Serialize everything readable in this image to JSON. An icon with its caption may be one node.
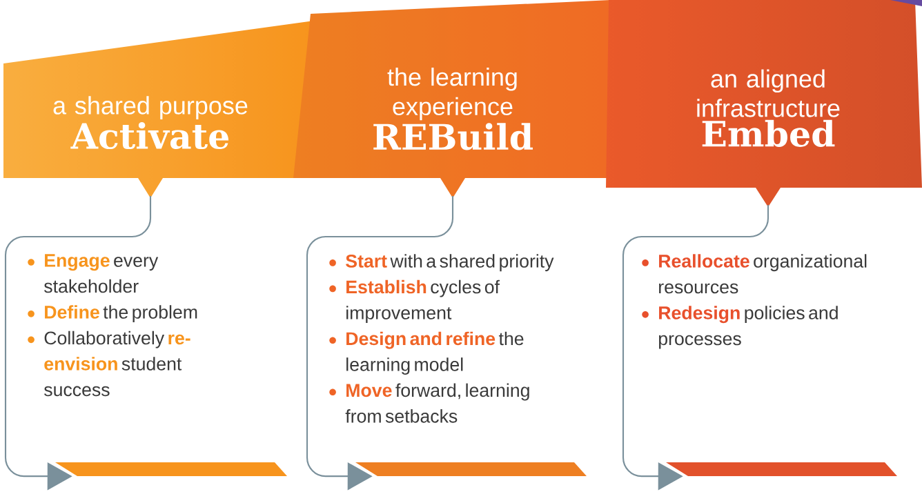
{
  "diagram": {
    "nodes": [
      {
        "text": [
          "a shared purpose",
          "Activate"
        ]
      },
      {
        "text": [
          "the learning experience",
          "REBuild"
        ]
      },
      {
        "text": [
          "an aligned infrastructure",
          "Embed"
        ]
      },
      {
        "text": [
          "**Engage** every stakeholder",
          "**Define** the problem",
          "Collaboratively **re-envision** student success"
        ]
      },
      {
        "text": [
          "**Start** with a shared priority",
          "**Establish** cycles of improvement",
          "**Design and refine** the learning model",
          "**Move** forward, learning from setbacks"
        ]
      },
      {
        "text": [
          "**Reallocate** organizational resources",
          "**Redesign** policies and processes"
        ]
      },
      {
        "text": [],
        "shape": "bar"
      },
      {
        "text": [],
        "shape": "bar"
      },
      {
        "text": [],
        "shape": "bar"
      }
    ],
    "edges": [
      {
        "from": 0,
        "to": 6,
        "arrow": "to"
      },
      {
        "from": 1,
        "to": 7,
        "arrow": "to"
      },
      {
        "from": 2,
        "to": 8,
        "arrow": "to"
      }
    ]
  }
}
